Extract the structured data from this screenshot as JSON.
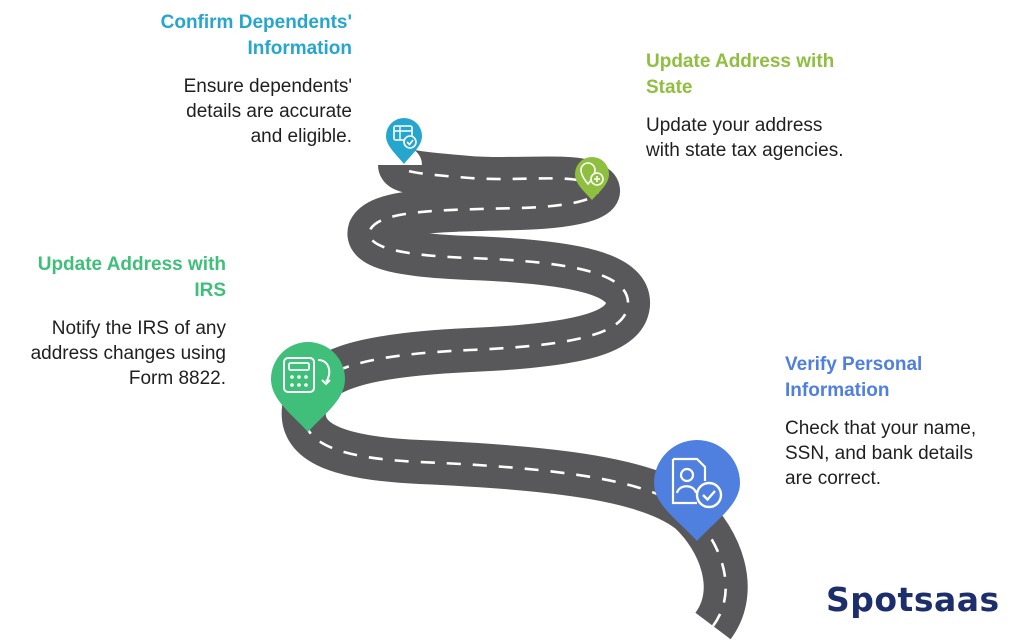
{
  "colors": {
    "road": "#58585a",
    "road_dash": "#ffffff",
    "dependents": "#26a6cf",
    "state": "#8fbf3f",
    "irs": "#3fbf79",
    "personal": "#4f7fdf",
    "brand": "#1c2e6b"
  },
  "steps": {
    "dependents": {
      "title": "Confirm Dependents' Information",
      "description": "Ensure dependents' details are accurate and eligible.",
      "icon": "document-check-icon"
    },
    "state": {
      "title": "Update Address with State",
      "description": "Update your address with state tax agencies.",
      "icon": "location-add-icon"
    },
    "irs": {
      "title": "Update Address with IRS",
      "description": "Notify the IRS of any address changes using Form 8822.",
      "icon": "calculator-refresh-icon"
    },
    "personal": {
      "title": "Verify Personal Information",
      "description": "Check that your name, SSN, and bank details are correct.",
      "icon": "id-card-check-icon"
    }
  },
  "brand": {
    "name": "Spotsaas"
  }
}
